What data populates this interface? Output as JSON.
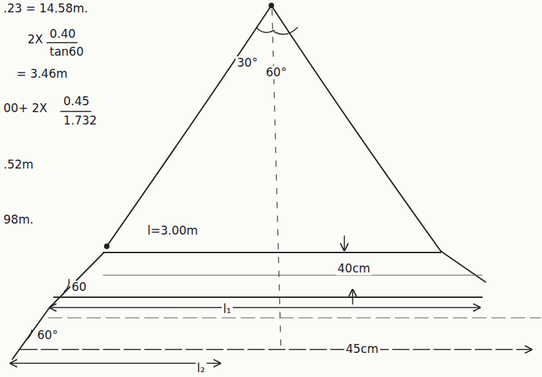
{
  "diagram": {
    "labels": [
      ".23 = 14.58m.",
      "2X",
      "0.40",
      "tan60",
      "= 3.46m",
      "00+ 2X",
      "0.45",
      "1.732",
      ".52m",
      "98m.",
      "30°",
      "60°",
      "l=3.00m",
      "40cm",
      "60",
      "l₁",
      "60°",
      "45cm",
      "l₂"
    ]
  }
}
